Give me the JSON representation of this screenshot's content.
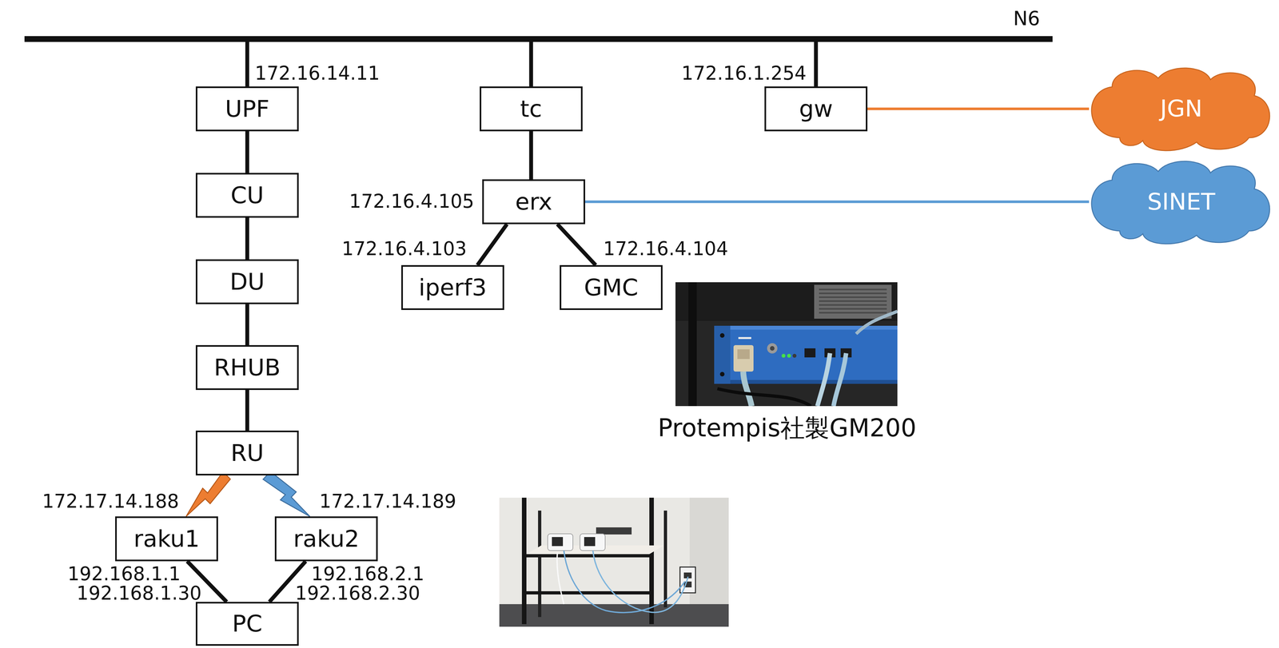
{
  "diagram": {
    "nodes": [
      {
        "text": [
          "N6"
        ]
      },
      {
        "text": [
          "UPF"
        ]
      },
      {
        "text": [
          "tc"
        ]
      },
      {
        "text": [
          "gw"
        ]
      },
      {
        "text": [
          "JGN"
        ]
      },
      {
        "text": [
          "CU"
        ]
      },
      {
        "text": [
          "erx"
        ]
      },
      {
        "text": [
          "SINET"
        ]
      },
      {
        "text": [
          "DU"
        ]
      },
      {
        "text": [
          "iperf3"
        ]
      },
      {
        "text": [
          "GMC"
        ]
      },
      {
        "text": [
          "RHUB"
        ]
      },
      {
        "text": [
          "RU"
        ]
      },
      {
        "text": [
          "raku1"
        ]
      },
      {
        "text": [
          "raku2"
        ]
      },
      {
        "text": [
          "PC"
        ]
      }
    ],
    "edges": [
      {
        "from": 0,
        "to": 1,
        "arrow": "none"
      },
      {
        "from": 0,
        "to": 2,
        "arrow": "none"
      },
      {
        "from": 0,
        "to": 3,
        "arrow": "none"
      },
      {
        "from": 3,
        "to": 4,
        "arrow": "none"
      },
      {
        "from": 1,
        "to": 5,
        "arrow": "none"
      },
      {
        "from": 2,
        "to": 6,
        "arrow": "none"
      },
      {
        "from": 6,
        "to": 7,
        "arrow": "none"
      },
      {
        "from": 5,
        "to": 8,
        "arrow": "none"
      },
      {
        "from": 6,
        "to": 9,
        "arrow": "none"
      },
      {
        "from": 6,
        "to": 10,
        "arrow": "none"
      },
      {
        "from": 8,
        "to": 11,
        "arrow": "none"
      },
      {
        "from": 11,
        "to": 12,
        "arrow": "none"
      },
      {
        "from": 12,
        "to": 13,
        "arrow": "none"
      },
      {
        "from": 12,
        "to": 14,
        "arrow": "none"
      },
      {
        "from": 13,
        "to": 15,
        "arrow": "none"
      },
      {
        "from": 14,
        "to": 15,
        "arrow": "none"
      }
    ],
    "labels": [
      "172.16.14.11",
      "172.16.1.254",
      "172.16.4.105",
      "172.16.4.103",
      "172.16.4.104",
      "Protempis社製GM200",
      "172.17.14.188",
      "172.17.14.189",
      "192.168.1.1",
      "192.168.1.30",
      "192.168.2.1",
      "192.168.2.30"
    ]
  }
}
